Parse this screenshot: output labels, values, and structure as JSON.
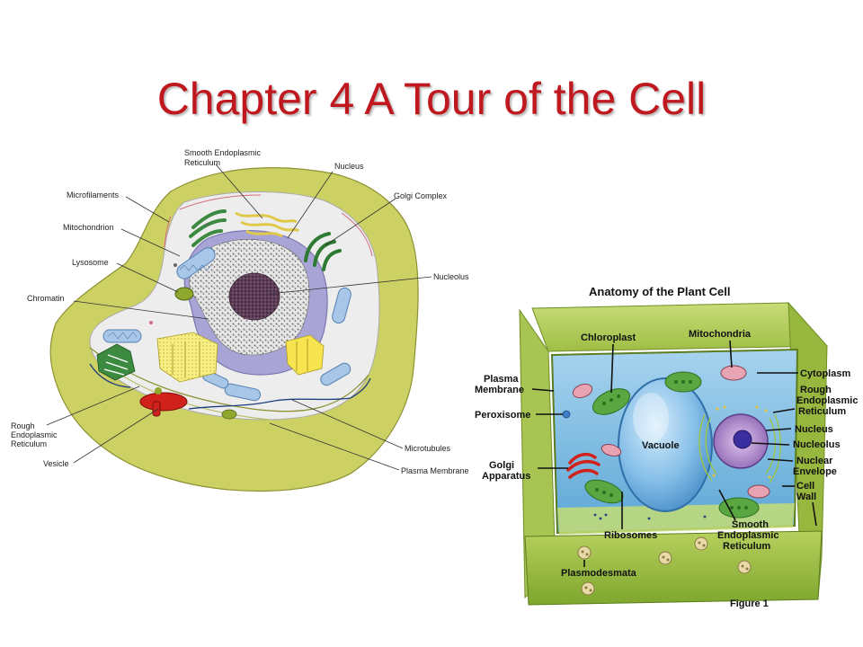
{
  "slide": {
    "title": "Chapter 4 A Tour of the Cell"
  },
  "animal_cell": {
    "labels": {
      "smooth_er": [
        "Smooth Endoplasmic",
        "Reticulum"
      ],
      "nucleus": "Nucleus",
      "golgi_complex": "Golgi Complex",
      "microfilaments": "Microfilaments",
      "mitochondrion": "Mitochondrion",
      "lysosome": "Lysosome",
      "nucleolus": "Nucleolus",
      "chromatin": "Chromatin",
      "rough_er": [
        "Rough",
        "Endoplasmic",
        "Reticulum"
      ],
      "vesicle": "Vesicle",
      "microtubules": "Microtubules",
      "plasma_membrane": "Plasma Membrane"
    }
  },
  "plant_cell": {
    "title": "Anatomy of the Plant Cell",
    "figure_caption": "Figure 1",
    "labels": {
      "chloroplast": "Chloroplast",
      "mitochondria": "Mitochondria",
      "plasma_membrane": [
        "Plasma",
        "Membrane"
      ],
      "cytoplasm": "Cytoplasm",
      "rough_er": [
        "Rough",
        "Endoplasmic",
        "Reticulum"
      ],
      "peroxisome": "Peroxisome",
      "nucleus": "Nucleus",
      "vacuole": "Vacuole",
      "nucleolus": "Nucleolus",
      "golgi_apparatus": [
        "Golgi",
        "Apparatus"
      ],
      "nuclear_envelope": [
        "Nuclear",
        "Envelope"
      ],
      "cell_wall": [
        "Cell",
        "Wall"
      ],
      "ribosomes": "Ribosomes",
      "smooth_er": [
        "Smooth",
        "Endoplasmic",
        "Reticulum"
      ],
      "plasmodesmata": "Plasmodesmata"
    }
  }
}
